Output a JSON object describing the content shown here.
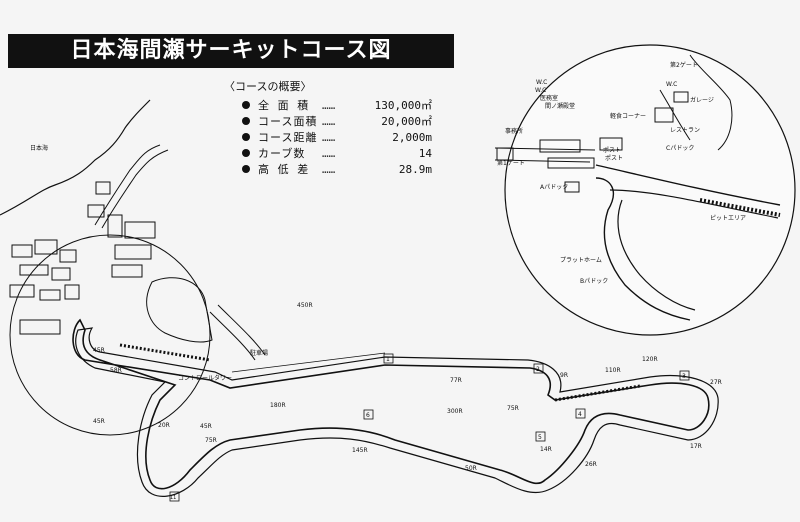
{
  "title": "日本海間瀬サーキットコース図",
  "overview": {
    "heading": "〈コースの概要〉",
    "rows": [
      {
        "label": "全 面 積",
        "value": "130,000㎡"
      },
      {
        "label": "コース面積",
        "value": "20,000㎡"
      },
      {
        "label": "コース距離",
        "value": "2,000m"
      },
      {
        "label": "カーブ数",
        "value": "14"
      },
      {
        "label": "高 低 差",
        "value": "28.9m"
      }
    ]
  },
  "map_labels": {
    "sea": "日本海",
    "control_tower": "コントロールタワー",
    "parking_top": "駐車場",
    "corner_markers": [
      "1",
      "2",
      "3",
      "4",
      "5",
      "6",
      "11"
    ],
    "radii": {
      "r450": "450R",
      "r45a": "45R",
      "r58": "58R",
      "r45b": "45R",
      "r20": "20R",
      "r45c": "45R",
      "r75a": "75R",
      "r180": "180R",
      "r145": "145R",
      "r300": "300R",
      "r50": "50R",
      "r77": "77R",
      "r75b": "75R",
      "r9": "9R",
      "r14": "14R",
      "r26": "26R",
      "r110": "110R",
      "r120": "120R",
      "r27": "27R",
      "r17": "17R"
    }
  },
  "inset_labels": {
    "wc_top": "W.C",
    "gate2": "第2ゲート",
    "wc_right": "W.C",
    "garage": "ガレージ",
    "restaurant": "レストラン",
    "c_paddock": "Cパドック",
    "wc_mid": "W.C",
    "medical": "医務室",
    "briefing": "間ノ瀬殿堂",
    "office": "事務所",
    "gate1": "第1ゲート",
    "light_meal": "軽食コーナー",
    "post_a": "ポスト",
    "post_b": "ポスト",
    "a_paddock": "Aパドック",
    "pit_area": "ピットエリア",
    "platform": "プラットホーム",
    "b_paddock": "Bパドック"
  }
}
